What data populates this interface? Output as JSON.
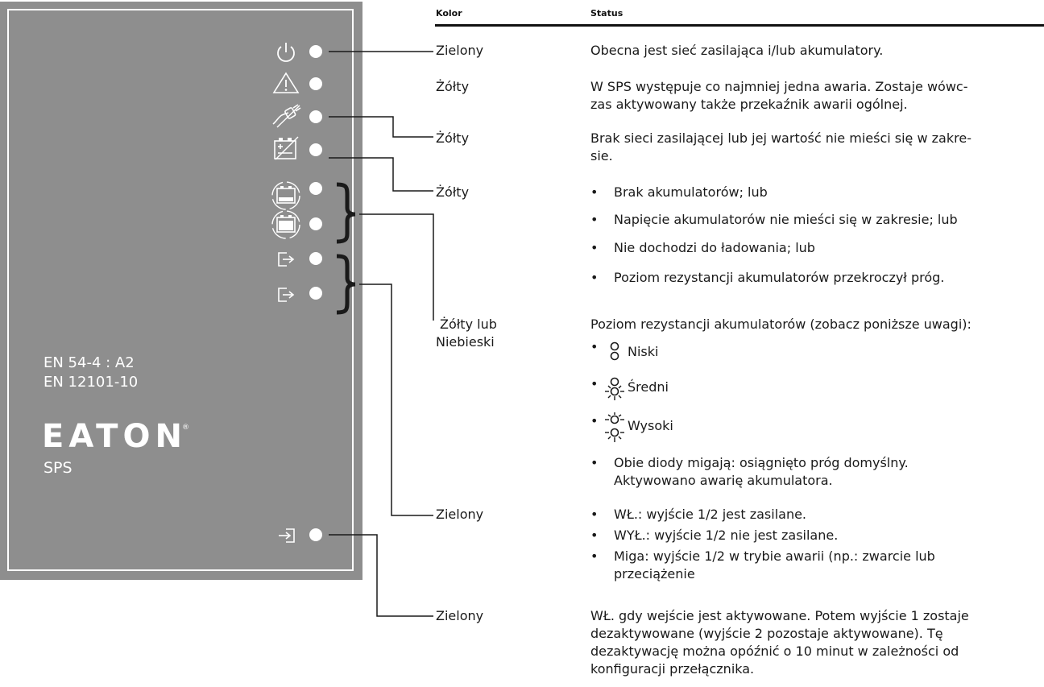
{
  "panel": {
    "labels": {
      "power_on": "Power ON",
      "general_fault": "General fault",
      "mains_fault": "Mains ~ fault",
      "charge_fault": "Charge fault",
      "omega_level": "Ω level",
      "out1": "Out 1",
      "out2": "Out 2",
      "input_activated": "Input activated"
    },
    "standards": [
      "EN 54-4 : A2",
      "EN 12101-10"
    ],
    "brand": "EATON",
    "brand_mark": "®",
    "product": "SPS",
    "colors": {
      "panel_bg": "#8e8e8e",
      "led": "#ffffff",
      "text": "#ffffff"
    },
    "icons": [
      "power-icon",
      "warning-icon",
      "mains-unplug-icon",
      "battery-fault-icon",
      "battery-cycle-icon",
      "output-icon",
      "input-icon"
    ]
  },
  "table": {
    "headers": {
      "kolor": "Kolor",
      "status": "Status"
    },
    "rows": [
      {
        "kolor": "Zielony",
        "status": [
          "Obecna jest sieć zasilająca i/lub akumulatory."
        ]
      },
      {
        "kolor": "Żółty",
        "status": [
          "W SPS występuje co najmniej jedna awaria. Zostaje wówc-",
          "zas aktywowany także przekaźnik awarii ogólnej."
        ]
      },
      {
        "kolor": "Żółty",
        "status": [
          "Brak sieci zasilającej lub jej wartość nie mieści się w zakre-",
          "sie."
        ]
      },
      {
        "kolor": "Żółty",
        "bullets": [
          "Brak akumulatorów; lub",
          "Napięcie akumulatorów nie mieści się w zakresie; lub",
          "Nie dochodzi do ładowania; lub",
          "Poziom rezystancji akumulatorów przekroczył próg."
        ]
      },
      {
        "kolor_lines": [
          "Żółty lub",
          "Niebieski"
        ],
        "intro": "Poziom rezystancji akumulatorów (zobacz poniższe uwagi):",
        "levels": [
          "Niski",
          "Średni",
          "Wysoki"
        ],
        "note": [
          "Obie diody migają: osiągnięto próg domyślny.",
          "Aktywowano awarię akumulatora."
        ]
      },
      {
        "kolor": "Zielony",
        "bullets": [
          "WŁ.: wyjście 1/2 jest zasilane.",
          "WYŁ.: wyjście 1/2 nie jest zasilane.",
          "Miga: wyjście 1/2 w trybie awarii (np.: zwarcie lub",
          "przeciążenie"
        ]
      },
      {
        "kolor": "Zielony",
        "status": [
          "WŁ. gdy wejście jest aktywowane. Potem wyjście 1 zostaje",
          "dezaktywowane (wyjście 2 pozostaje aktywowane). Tę",
          "dezaktywację można opóźnić o 10 minut w zależności od",
          "konfiguracji przełącznika."
        ]
      }
    ],
    "bullet_char": "•"
  }
}
